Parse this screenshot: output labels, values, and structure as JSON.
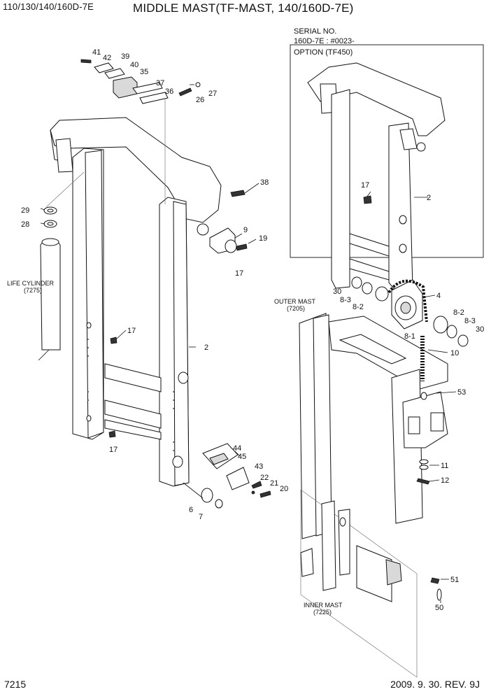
{
  "header": {
    "model": "110/130/140/160D-7E",
    "title": "MIDDLE MAST(TF-MAST, 140/160D-7E)"
  },
  "footer": {
    "page_number": "7215",
    "revision": "2009. 9. 30. REV. 9J"
  },
  "option_box": {
    "serial_label": "SERIAL NO.",
    "serial_value": "160D-7E : #0023-",
    "option_title": "OPTION (TF450)"
  },
  "callouts": {
    "life_cylinder": "LIFE CYLINDER",
    "life_cylinder_code": "(7275)",
    "outer_mast": "OUTER MAST",
    "outer_mast_code": "(7205)",
    "inner_mast": "INNER MAST",
    "inner_mast_code": "(7225)"
  },
  "part_numbers": {
    "p41": "41",
    "p42": "42",
    "p39": "39",
    "p40": "40",
    "p35": "35",
    "p37": "37",
    "p36": "36",
    "p26": "26",
    "p27": "27",
    "p38": "38",
    "p29": "29",
    "p28": "28",
    "p9": "9",
    "p19": "19",
    "p17a": "17",
    "p17b": "17",
    "p17c": "17",
    "p17d": "17",
    "p2a": "2",
    "p2b": "2",
    "p44": "44",
    "p45": "45",
    "p43": "43",
    "p22": "22",
    "p21": "21",
    "p20": "20",
    "p6": "6",
    "p7": "7",
    "p30a": "30",
    "p8_3a": "8-3",
    "p8_2a": "8-2",
    "p4": "4",
    "p8_2b": "8-2",
    "p8_3b": "8-3",
    "p30b": "30",
    "p8_1": "8-1",
    "p10": "10",
    "p53": "53",
    "p11": "11",
    "p12": "12",
    "p51": "51",
    "p50": "50"
  }
}
